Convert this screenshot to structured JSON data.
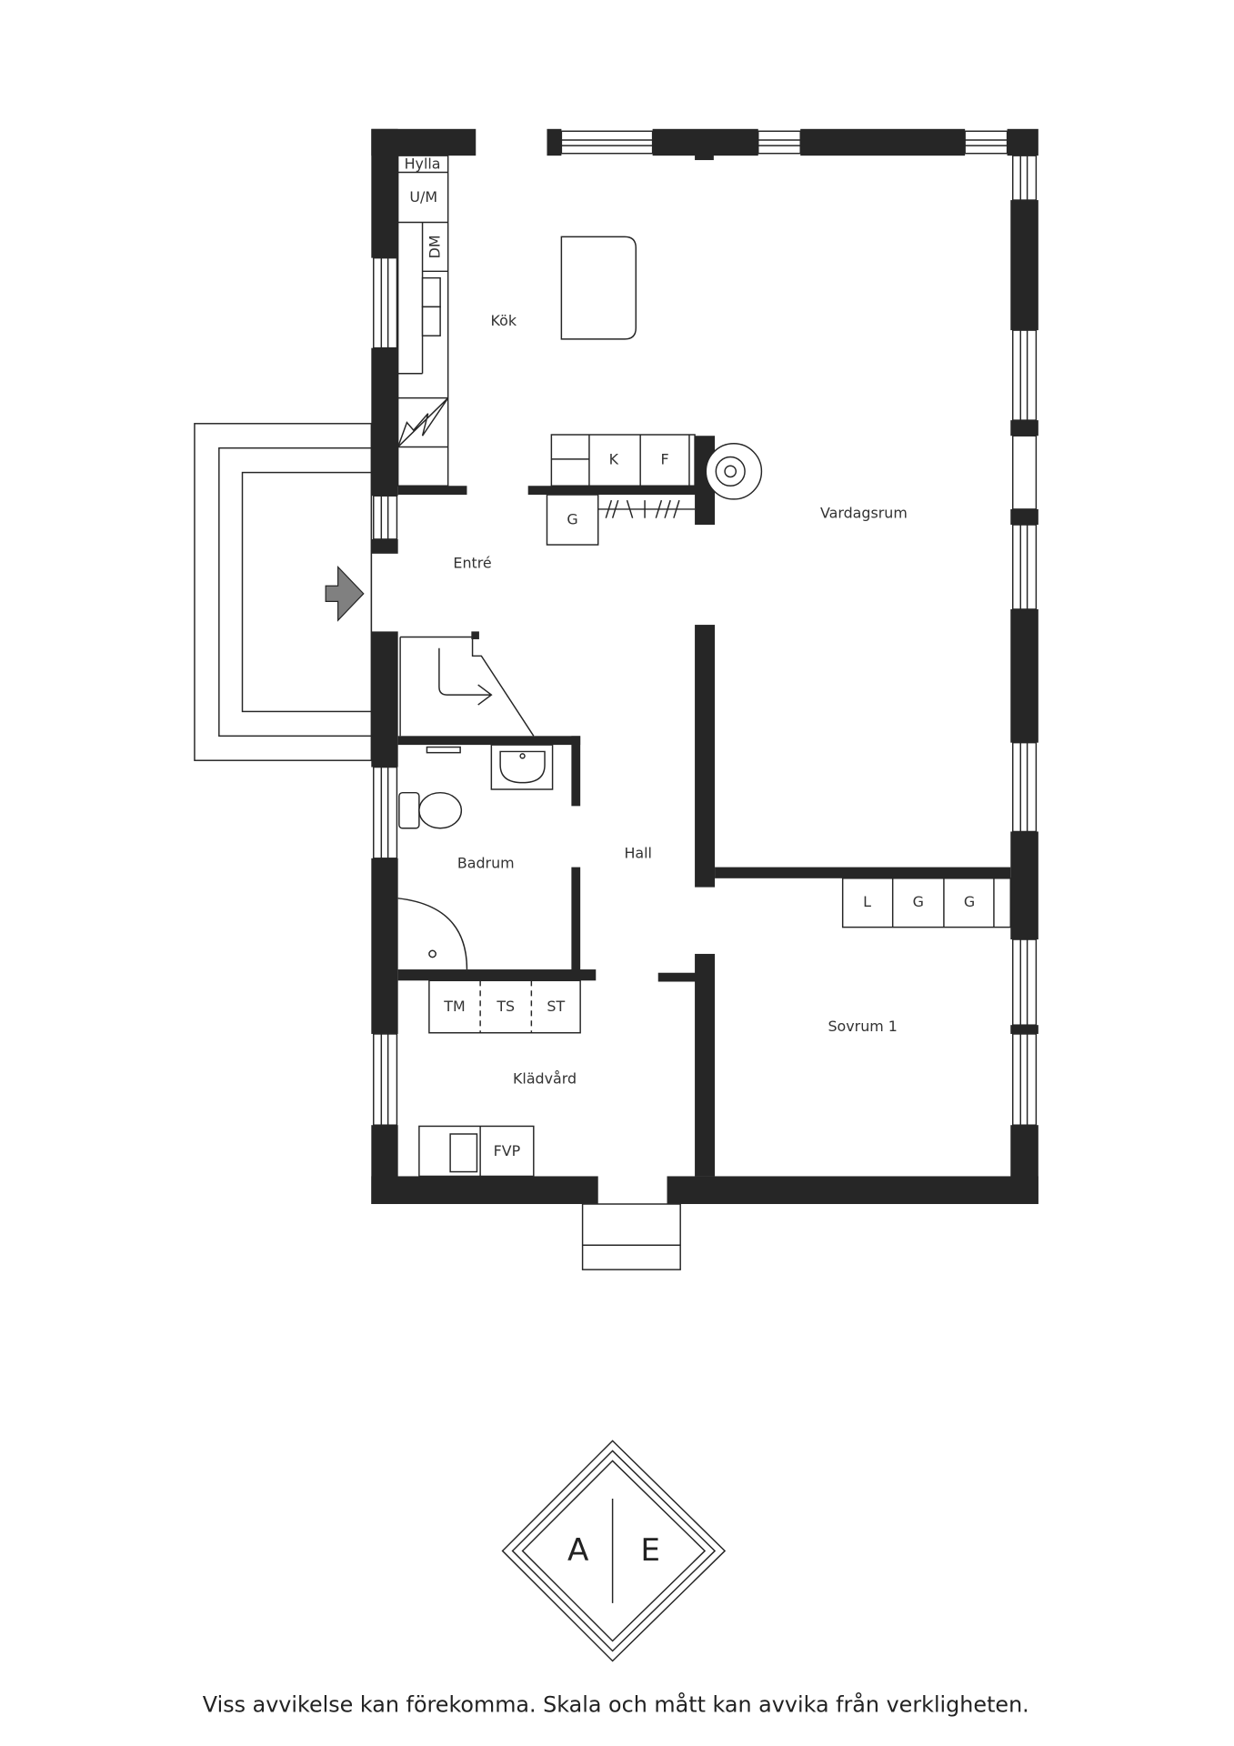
{
  "rooms": {
    "kitchen": "Kök",
    "entrance": "Entré",
    "living_room": "Vardagsrum",
    "hall": "Hall",
    "bathroom": "Badrum",
    "bedroom": "Sovrum 1",
    "laundry": "Klädvård"
  },
  "fixtures": {
    "shelf": "Hylla",
    "oven_micro": "U/M",
    "dishwasher": "DM",
    "fridge": "K",
    "freezer": "F",
    "wardrobe_g_kitchen": "G",
    "wardrobe_l": "L",
    "wardrobe_g1": "G",
    "wardrobe_g2": "G",
    "washer": "TM",
    "dryer_cabinet": "TS",
    "dryer": "ST",
    "heat_pump": "FVP"
  },
  "logo": {
    "left": "A",
    "right": "E"
  },
  "disclaimer": "Viss avvikelse kan förekomma. Skala och mått kan avvika från verkligheten.",
  "colors": {
    "wall": "#262626",
    "arrow": "#808080"
  }
}
